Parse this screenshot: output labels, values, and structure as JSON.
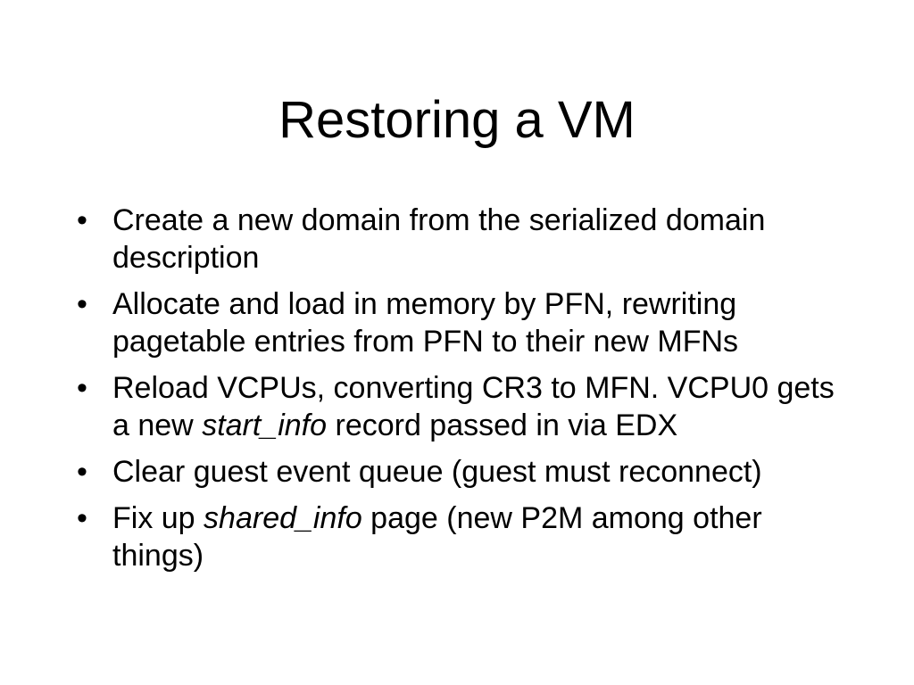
{
  "slide": {
    "title": "Restoring a VM",
    "bullet_glyph": "•",
    "bullets": [
      {
        "parts": [
          {
            "text": "Create a new domain from the serialized domain description"
          }
        ]
      },
      {
        "parts": [
          {
            "text": "Allocate and load in memory by PFN, rewriting pagetable entries from PFN to their new MFNs"
          }
        ]
      },
      {
        "parts": [
          {
            "text": "Reload VCPUs, converting CR3 to MFN. VCPU0 gets a new "
          },
          {
            "text": "start_info",
            "italic": true
          },
          {
            "text": " record passed in via EDX"
          }
        ]
      },
      {
        "parts": [
          {
            "text": "Clear guest event queue (guest must reconnect)"
          }
        ]
      },
      {
        "parts": [
          {
            "text": "Fix up "
          },
          {
            "text": "shared_info",
            "italic": true
          },
          {
            "text": " page (new P2M among other things)"
          }
        ]
      }
    ]
  }
}
